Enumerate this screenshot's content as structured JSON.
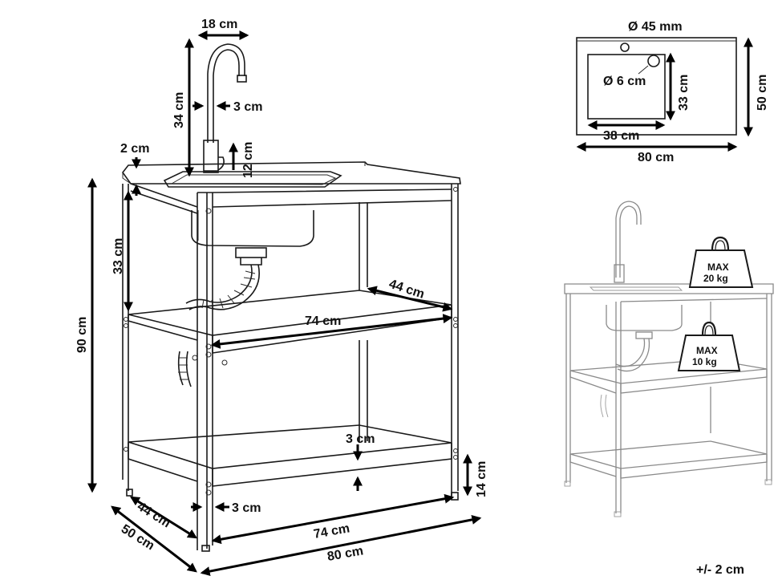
{
  "main": {
    "faucet_width": "18 cm",
    "faucet_height": "34 cm",
    "faucet_base": "3 cm",
    "faucet_base_height": "12 cm",
    "counter_thickness": "2 cm",
    "total_height": "90 cm",
    "upper_clearance": "33 cm",
    "shelf_depth": "44 cm",
    "shelf_width": "74 cm",
    "shelf_gap": "3 cm",
    "foot_height": "14 cm",
    "leg_width": "3 cm",
    "depth_inner": "44 cm",
    "depth_outer": "50 cm",
    "width_inner": "74 cm",
    "width_outer": "80 cm"
  },
  "top_view": {
    "hole_diameter": "Ø 45 mm",
    "drain_diameter": "Ø 6 cm",
    "basin_depth": "33 cm",
    "total_depth": "50 cm",
    "basin_width": "38 cm",
    "total_width": "80 cm"
  },
  "load_view": {
    "weight_top_label": "MAX",
    "weight_top_value": "20 kg",
    "weight_shelf_label": "MAX",
    "weight_shelf_value": "10 kg"
  },
  "tolerance": "+/- 2 cm",
  "colors": {
    "line": "#1a1a1a",
    "arrow": "#000000",
    "gray": "#8a8a8a"
  }
}
